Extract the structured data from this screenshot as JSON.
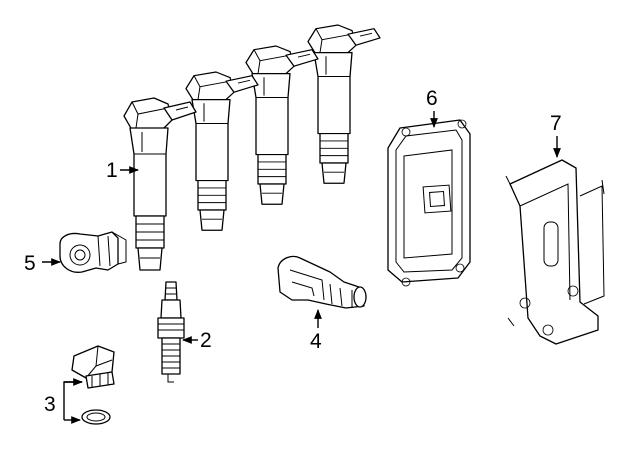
{
  "diagram": {
    "callouts": [
      {
        "id": "coil",
        "number": "1"
      },
      {
        "id": "spark-plug",
        "number": "2"
      },
      {
        "id": "sensor-with-seal",
        "number": "3"
      },
      {
        "id": "sensor",
        "number": "4"
      },
      {
        "id": "knock-sensor",
        "number": "5"
      },
      {
        "id": "ecm",
        "number": "6"
      },
      {
        "id": "bracket",
        "number": "7"
      }
    ]
  }
}
